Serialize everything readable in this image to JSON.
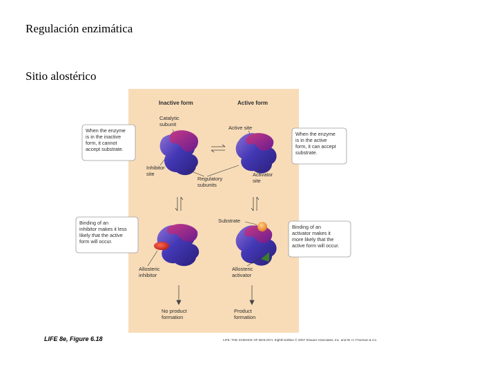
{
  "slide": {
    "title": "Regulación enzimática",
    "subtitle": "Sitio alostérico"
  },
  "figure": {
    "heading_inactive": "Inactive form",
    "heading_active": "Active form",
    "catalytic_subunit": [
      "Catalytic",
      "subunit"
    ],
    "active_site": "Active site",
    "inhibitor_site": [
      "Inhibitor",
      "site"
    ],
    "regulatory_subunits": [
      "Regulatory",
      "subunits"
    ],
    "activator_site": [
      "Activator",
      "site"
    ],
    "substrate": "Substrate",
    "allosteric_inhibitor": [
      "Allosteric",
      "inhibitor"
    ],
    "allosteric_activator": [
      "Allosteric",
      "activator"
    ],
    "no_product": [
      "No product",
      "formation"
    ],
    "product": [
      "Product",
      "formation"
    ],
    "box_inactive": [
      "When the enzyme",
      "is in the inactive",
      "form, it cannot",
      "accept substrate."
    ],
    "box_active": [
      "When the enzyme",
      "is in the active",
      "form, it can accept",
      "substrate."
    ],
    "box_inhibitor": [
      "Binding of an",
      "inhibitor makes it less",
      "likely that the active",
      "form will occur."
    ],
    "box_activator": [
      "Binding of an",
      "activator makes it",
      "more likely that the",
      "active form will occur."
    ],
    "caption_left": "LIFE 8e, Figure 6.18",
    "caption_right": "LIFE: THE SCIENCE OF BIOLOGY, Eighth Edition © 2007 Sinauer Associates, Inc. and W. H. Freeman & Co."
  },
  "colors": {
    "panel_bg": "#f8dcb8",
    "enzyme_purple": "#6e2ea3",
    "enzyme_blue": "#3b3fb8",
    "enzyme_magenta": "#b5246e",
    "inhibitor_red": "#cc2a1e",
    "substrate_orange": "#f0952b",
    "activator_green": "#3b7d2a"
  },
  "icons": [
    "equilibrium-arrows-icon",
    "down-arrow-icon"
  ]
}
